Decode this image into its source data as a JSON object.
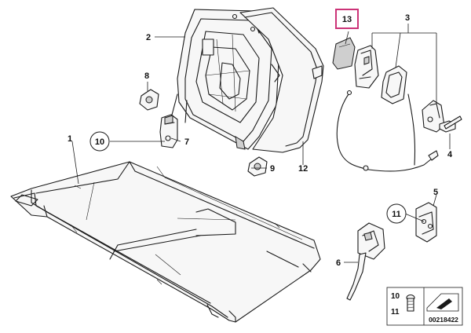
{
  "callouts": {
    "c1": "1",
    "c2": "2",
    "c3": "3",
    "c4": "4",
    "c5": "5",
    "c6": "6",
    "c7": "7",
    "c8": "8",
    "c9": "9",
    "c10": "10",
    "c11": "11",
    "c12": "12",
    "c13": "13"
  },
  "legend": {
    "label_10": "10",
    "label_11": "11"
  },
  "diagram_number": "00218422",
  "colors": {
    "highlight": "#cc3377",
    "line": "#1a1a1a"
  }
}
